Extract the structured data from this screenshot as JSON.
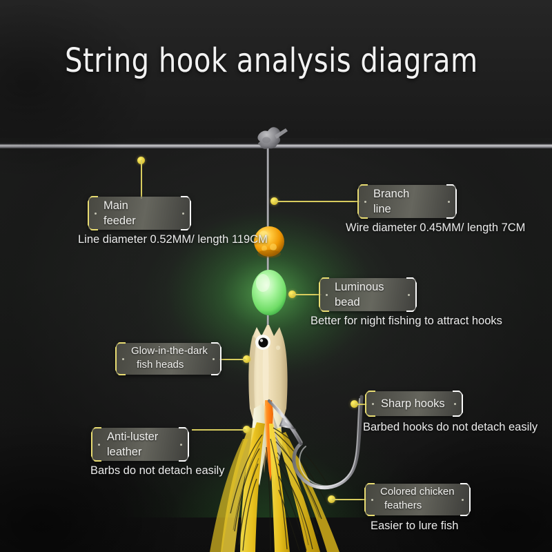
{
  "page": {
    "title": "String hook analysis diagram",
    "accent_color": "#d8cc5e",
    "background_color": "#151515",
    "text_color": "#ececec"
  },
  "callouts": [
    {
      "id": "main-feeder",
      "badge_lines": [
        "Main",
        "feeder"
      ],
      "caption": "Line diameter 0.52MM/ length 119CM"
    },
    {
      "id": "branch-line",
      "badge_lines": [
        "Branch",
        "line"
      ],
      "caption": "Wire diameter 0.45MM/ length 7CM"
    },
    {
      "id": "luminous-bead",
      "badge_lines": [
        "Luminous",
        "bead"
      ],
      "caption": "Better for night fishing to attract hooks"
    },
    {
      "id": "glow-fish-heads",
      "badge_lines": [
        "Glow-in-the-dark",
        "fish heads"
      ],
      "caption": ""
    },
    {
      "id": "sharp-hooks",
      "badge_lines": [
        "Sharp hooks"
      ],
      "caption": "Barbed hooks do not detach easily"
    },
    {
      "id": "anti-luster-leather",
      "badge_lines": [
        "Anti-luster",
        "leather"
      ],
      "caption": "Barbs do not detach easily"
    },
    {
      "id": "colored-chicken-feathers",
      "badge_lines": [
        "Colored chicken",
        "feathers"
      ],
      "caption": "Easier to lure fish"
    }
  ],
  "artwork": {
    "main_line_label": "main-fishing-line",
    "knot_label": "line-knot",
    "branch_line_label": "branch-dropper-line",
    "gold_bead_color": "#f5a623",
    "luminous_bead_color": "#90ef8c",
    "fish_head_color": "#efe0bd",
    "skirt_colors": [
      "#ff8a1e",
      "#f7f2da",
      "#f2cf2a"
    ],
    "hook_color": "#c9c9c9",
    "feather_color": "#f0c92a"
  }
}
